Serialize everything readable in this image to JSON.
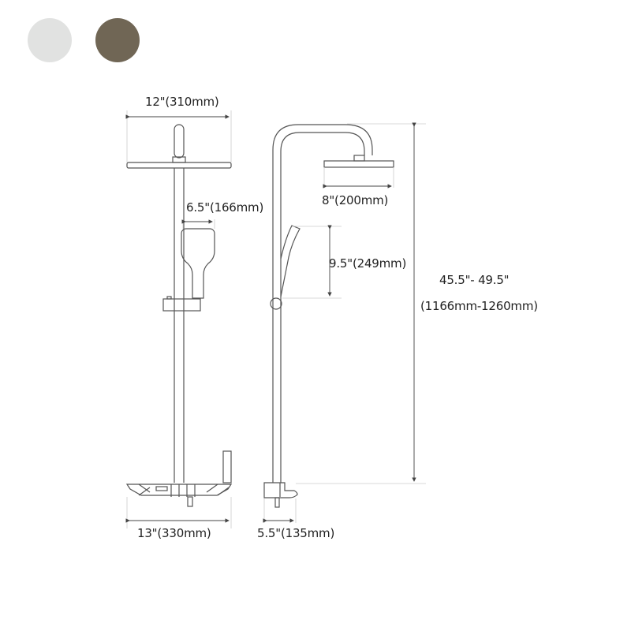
{
  "swatches": [
    {
      "name": "white",
      "color": "#e1e2e1"
    },
    {
      "name": "brown",
      "color": "#706655"
    }
  ],
  "dimensions": {
    "top_shower_width": "12\"(310mm)",
    "handheld_width": "6.5\"(166mm)",
    "side_head_width": "8\"(200mm)",
    "handheld_height": "9.5\"(249mm)",
    "total_height_in": "45.5\"- 49.5\"",
    "total_height_mm": "(1166mm-1260mm)",
    "shelf_width": "13\"(330mm)",
    "spout_depth": "5.5\"(135mm)"
  },
  "colors": {
    "line": "#555555",
    "dim": "#888888",
    "guide": "#cccccc"
  }
}
